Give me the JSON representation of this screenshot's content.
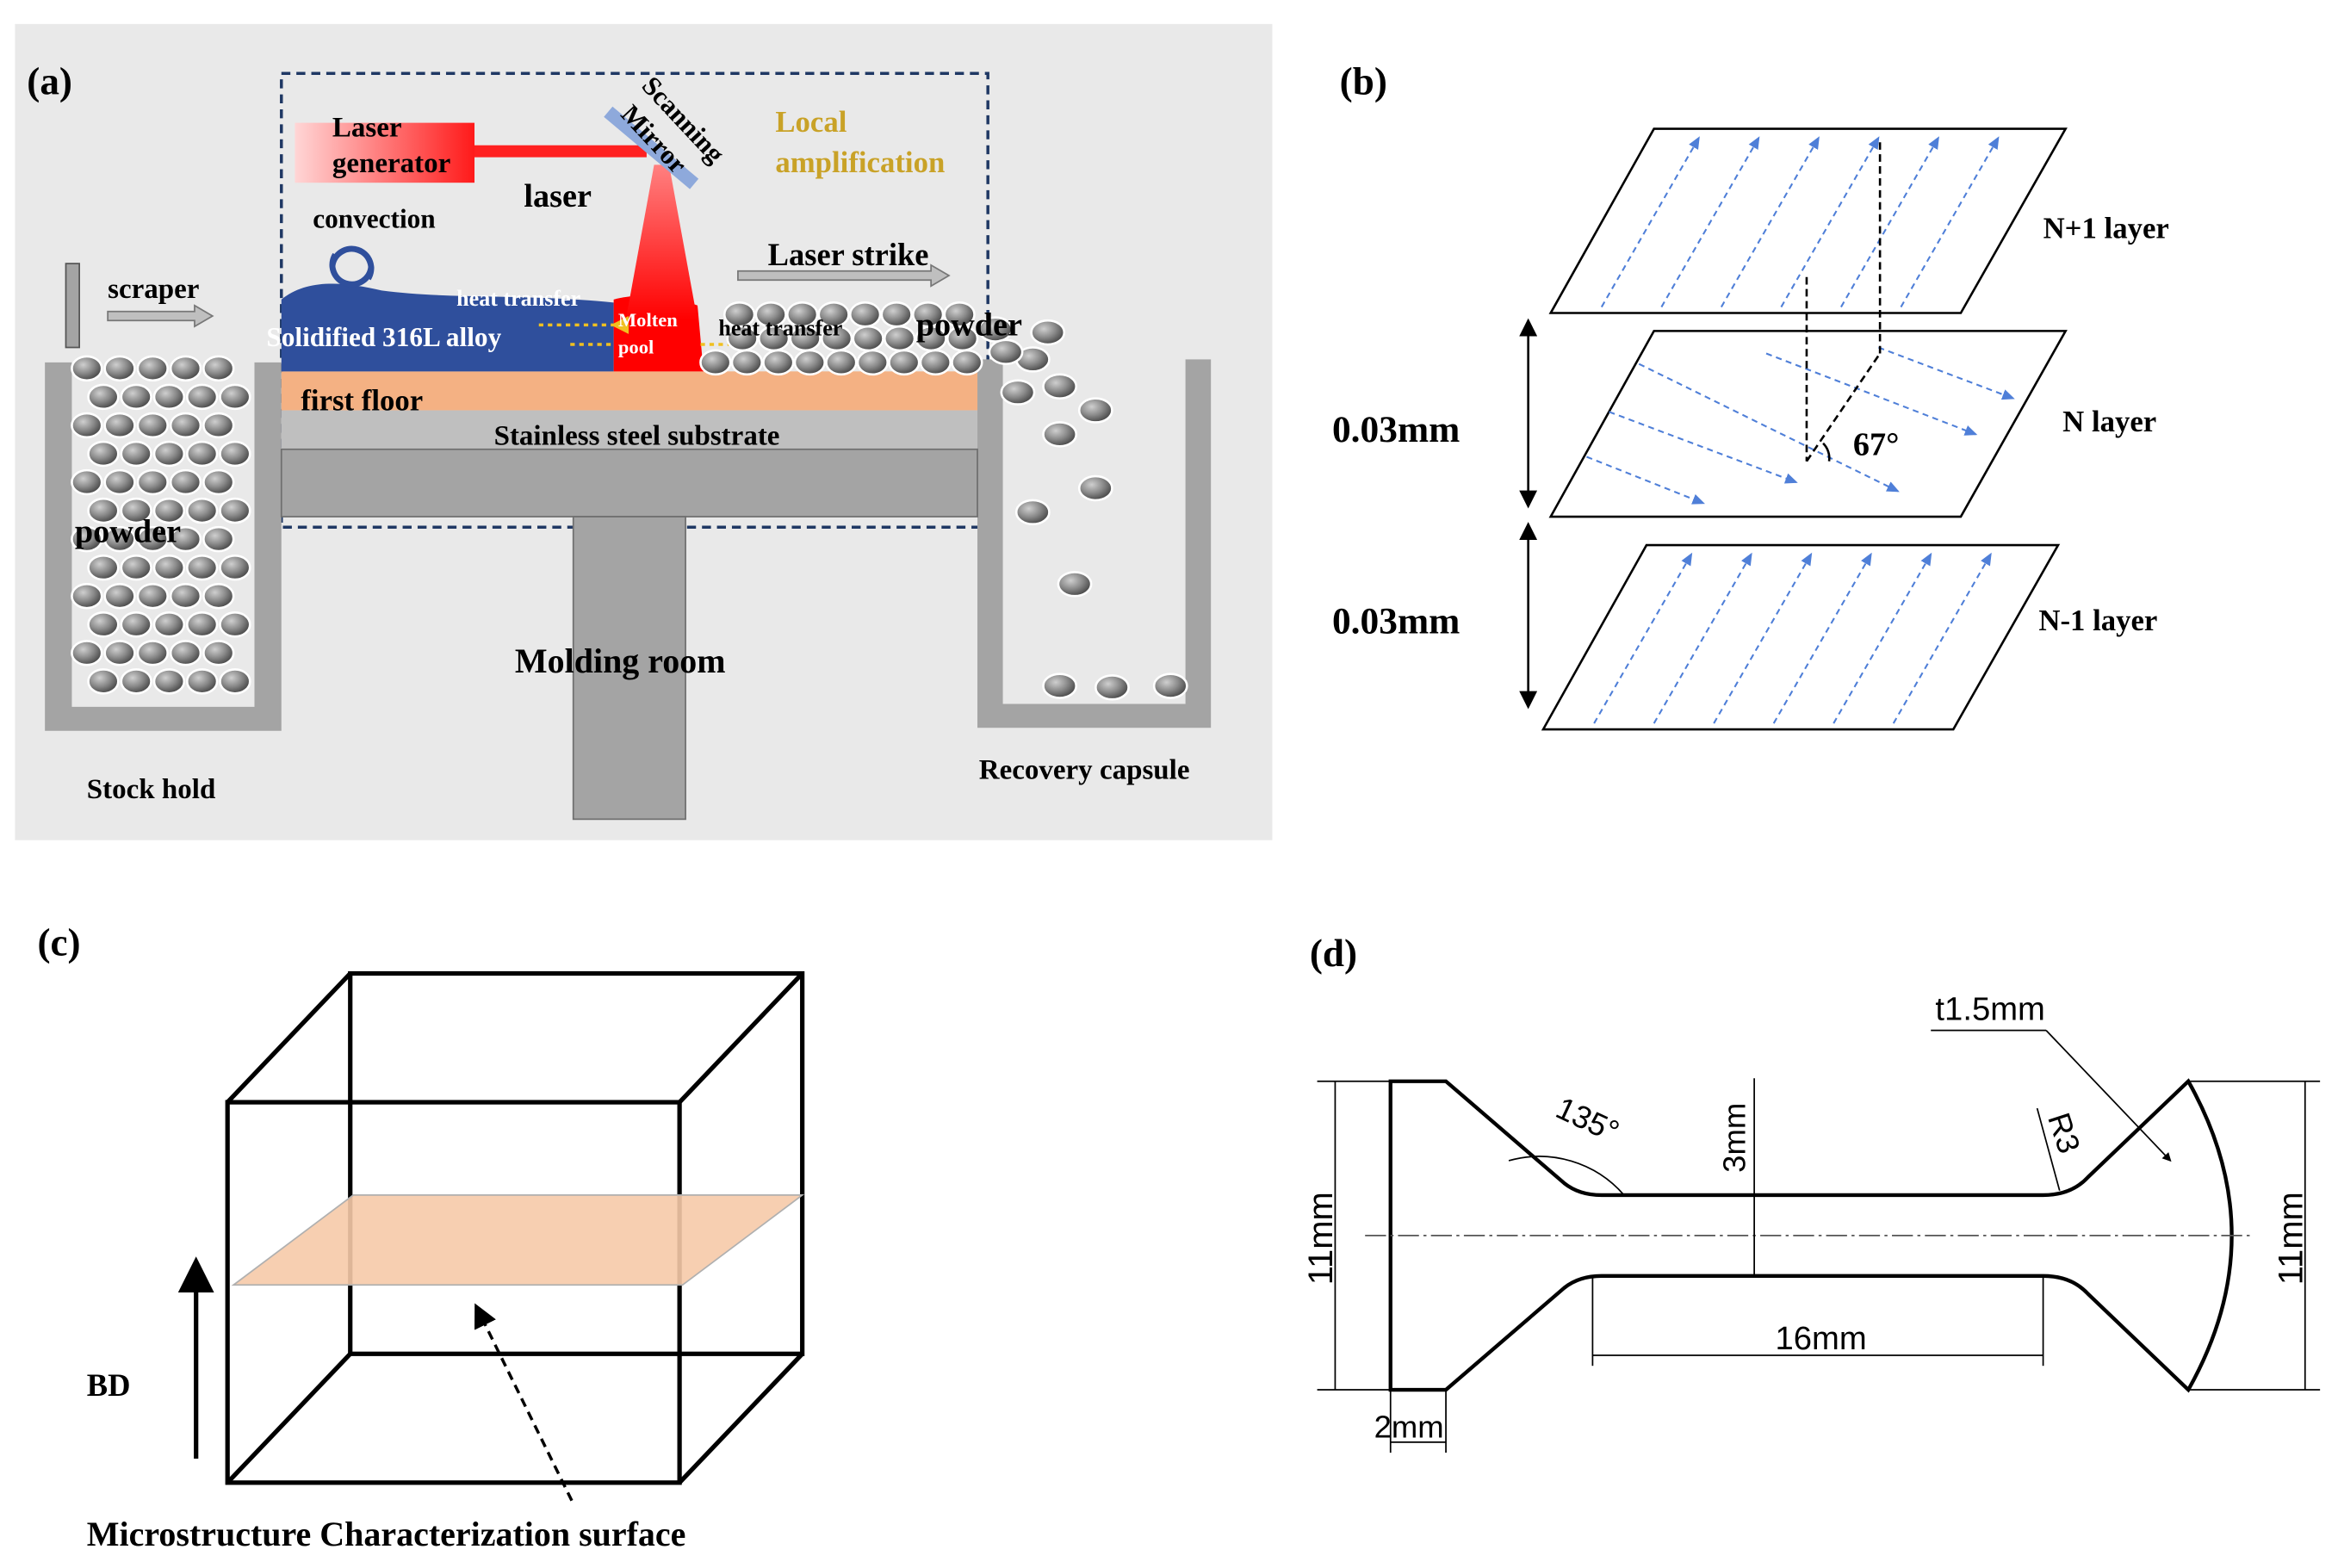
{
  "colors": {
    "panel_bg": "#e9e9e9",
    "gray": "#a4a4a4",
    "substrate": "#f4b183",
    "alloy": "#2f4f9c",
    "molten": "#ff0000",
    "gold_text": "#c9a227",
    "arrow_blue": "#4f7fd8",
    "section_plane": "#f6caa8"
  },
  "panel_a": {
    "label": "(a)",
    "laser_generator": [
      "Laser",
      "generator"
    ],
    "scanning_mirror": [
      "Scanning",
      "Mirror"
    ],
    "local_amplification": [
      "Local",
      "amplification"
    ],
    "laser": "laser",
    "convection": "convection",
    "laser_strike": "Laser strike",
    "scraper": "scraper",
    "heat_transfer_left": "heat transfer",
    "heat_transfer_right": "heat transfer",
    "solidified_alloy": "Solidified  316L alloy",
    "molten_pool": [
      "Molten",
      "pool"
    ],
    "powder_right": "powder",
    "first_floor": "first floor",
    "substrate": "Stainless steel substrate",
    "powder_left": "powder",
    "molding_room": "Molding room",
    "stock_hold": "Stock hold",
    "recovery_capsule": "Recovery capsule"
  },
  "panel_b": {
    "label": "(b)",
    "layer_top": "N+1 layer",
    "layer_mid": "N layer",
    "layer_bottom": "N-1 layer",
    "angle": "67°",
    "spacing_1": "0.03mm",
    "spacing_2": "0.03mm"
  },
  "panel_c": {
    "label": "(c)",
    "build_direction": "BD",
    "surface_label": "Microstructure  Characterization  surface"
  },
  "panel_d": {
    "label": "(d)",
    "thickness": "t1.5mm",
    "angle": "135°",
    "neck_width": "3mm",
    "radius": "R3",
    "height_left": "11mm",
    "height_right": "11mm",
    "gauge_length": "16mm",
    "grip_length": "2mm"
  }
}
